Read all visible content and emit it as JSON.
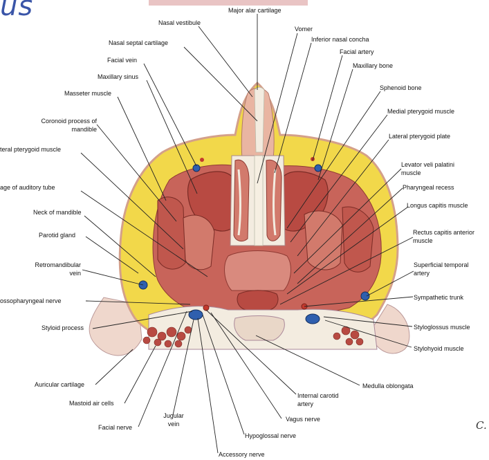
{
  "title_fragment": "us",
  "corner_fragment": "C.",
  "labels": {
    "major_alar_cartilage": "Major alar cartilage",
    "nasal_vestibule": "Nasal vestibule",
    "vomer": "Vomer",
    "nasal_septal_cartilage": "Nasal septal cartilage",
    "inferior_nasal_concha": "Inferior nasal concha",
    "facial_artery": "Facial artery",
    "facial_vein": "Facial vein",
    "maxillary_bone": "Maxillary bone",
    "maxillary_sinus": "Maxillary sinus",
    "sphenoid_bone": "Sphenoid bone",
    "masseter_muscle": "Masseter muscle",
    "medial_pterygoid_muscle": "Medial pterygoid muscle",
    "coronoid_process_1": "Coronoid process of",
    "coronoid_process_2": "mandible",
    "lateral_pterygoid_plate": "Lateral pterygoid plate",
    "lateral_pterygoid_muscle": "teral pterygoid muscle",
    "levator_veli_1": "Levator veli palatini",
    "levator_veli_2": "muscle",
    "cartilage_auditory_tube": "age of auditory tube",
    "pharyngeal_recess": "Pharyngeal recess",
    "neck_of_mandible": "Neck of mandible",
    "longus_capitis": "Longus capitis muscle",
    "parotid_gland": "Parotid gland",
    "rectus_capitis_1": "Rectus capitis anterior",
    "rectus_capitis_2": "muscle",
    "retromandibular_1": "Retromandibular",
    "retromandibular_2": "vein",
    "superficial_temporal_1": "Superficial temporal",
    "superficial_temporal_2": "artery",
    "glossopharyngeal_nerve": "ossopharyngeal nerve",
    "sympathetic_trunk": "Sympathetic trunk",
    "styloid_process": "Styloid process",
    "styloglossus": "Styloglossus muscle",
    "stylohyoid": "Stylohyoid muscle",
    "auricular_cartilage": "Auricular cartilage",
    "medulla_oblongata": "Medulla oblongata",
    "mastoid_air_cells": "Mastoid air cells",
    "internal_carotid_1": "Internal carotid",
    "internal_carotid_2": "artery",
    "jugular_vein_1": "Jugular",
    "jugular_vein_2": "vein",
    "facial_nerve": "Facial nerve",
    "vagus_nerve": "Vagus nerve",
    "hypoglossal_nerve": "Hypoglossal nerve",
    "accessory_nerve": "Accessory nerve"
  },
  "colors": {
    "fat": "#f2d84a",
    "fat_light": "#f7e89a",
    "muscle": "#c8645a",
    "muscle_dark": "#a9443c",
    "muscle_light": "#e0988c",
    "sinus": "#b84a42",
    "bone": "#f3ece0",
    "skin": "#efc9b8",
    "vein": "#2f5fae",
    "label_line": "#222222",
    "title_blue": "#3a55a8"
  }
}
